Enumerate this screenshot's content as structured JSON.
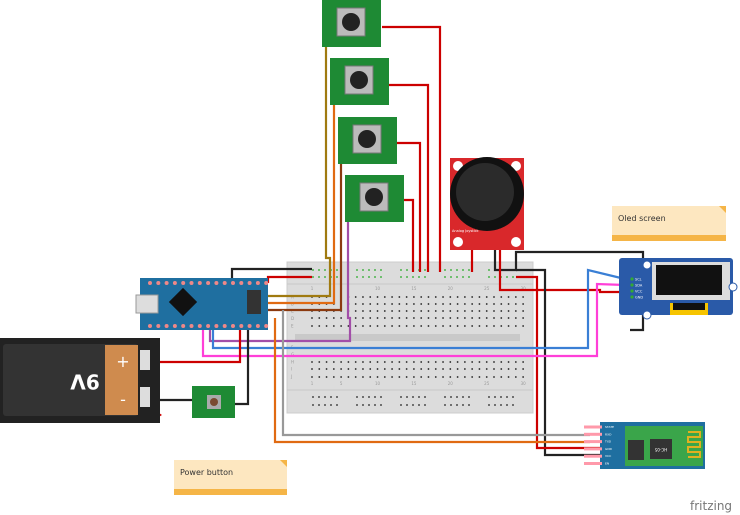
{
  "notes": {
    "oled": "Oled screen",
    "power": "Power button"
  },
  "brand": "fritzing",
  "battery": {
    "label": "9V",
    "plus": "+",
    "minus": "-"
  },
  "joystick": {
    "label": "Analog Joystick"
  },
  "oled_pins": [
    "SCL",
    "SDA",
    "VCC",
    "GND"
  ],
  "hc05": {
    "label": "HC-05",
    "pins": [
      "STATE",
      "RXD",
      "TXD",
      "GND",
      "VCC",
      "EN"
    ]
  },
  "breadboard": {
    "columns": [
      "1",
      "5",
      "10",
      "15",
      "20",
      "25",
      "30"
    ],
    "rows_top": [
      "A",
      "B",
      "C",
      "D",
      "E"
    ],
    "rows_bottom": [
      "F",
      "G",
      "H",
      "I",
      "J"
    ]
  },
  "colors": {
    "board_green": "#1e8a34",
    "nano_blue": "#1f6fa0",
    "joystick_red": "#d9282b",
    "wire_red": "#cc0000",
    "wire_black": "#222222",
    "wire_blue": "#3a7fd5",
    "wire_pink": "#ff3fd8",
    "wire_purple": "#a24ea8",
    "wire_orange": "#e06a12",
    "wire_brown": "#8b3a10",
    "wire_olive": "#a07a10",
    "wire_gray": "#999999"
  }
}
